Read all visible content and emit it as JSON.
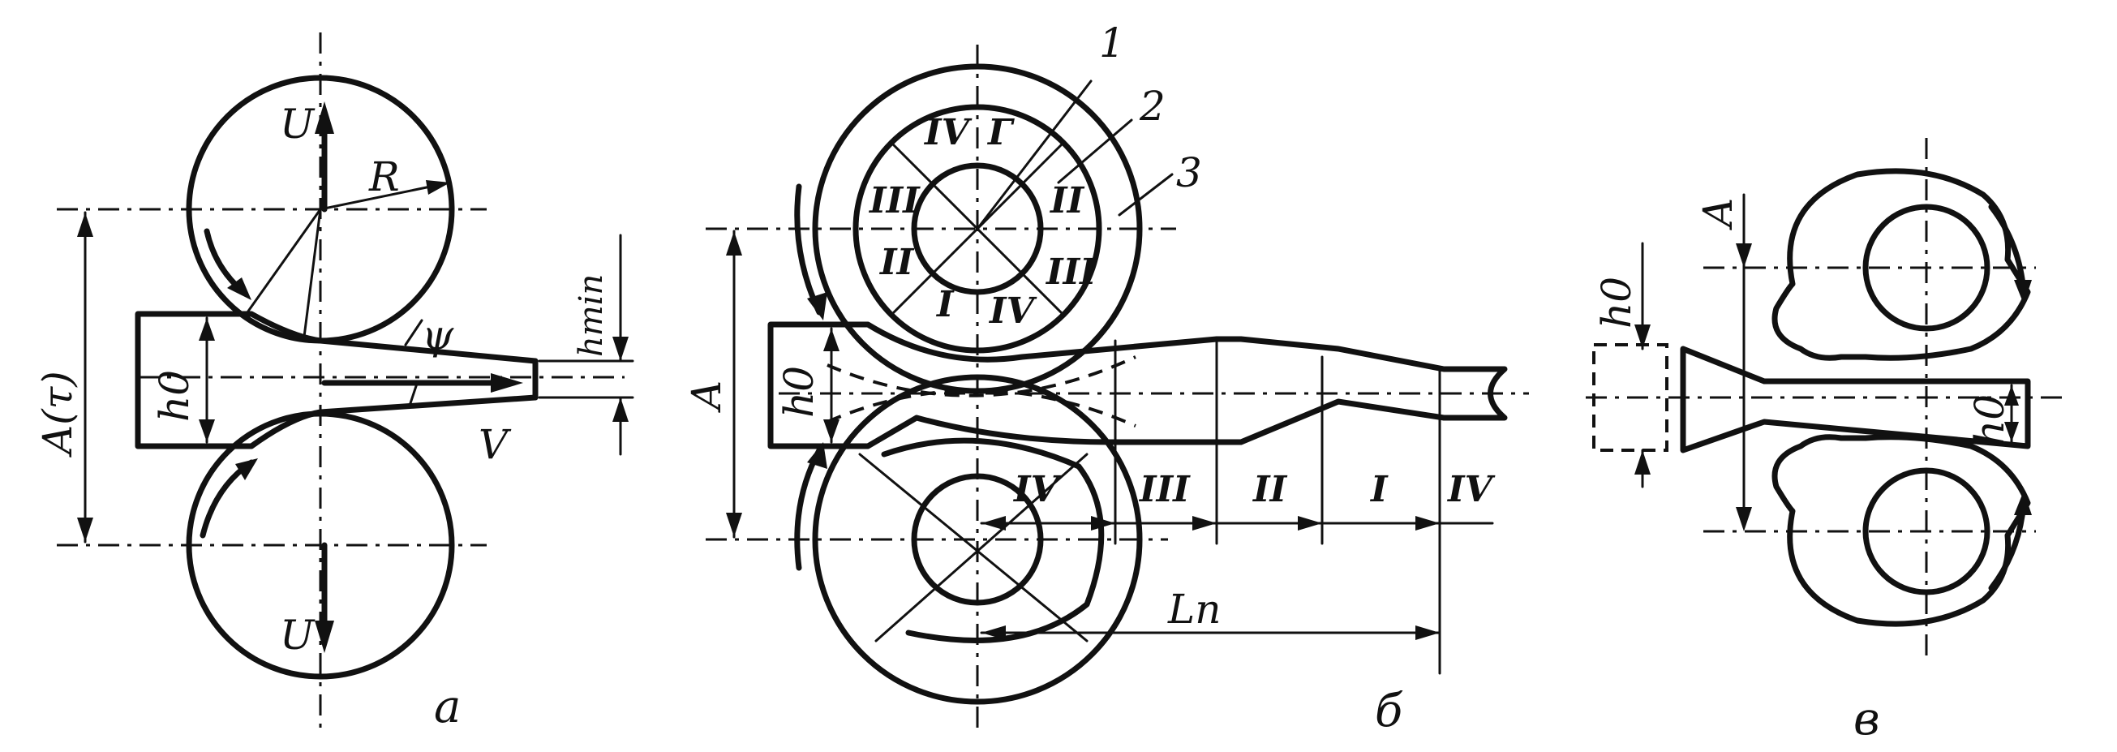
{
  "panel_a": {
    "label": "а",
    "U_top": "U",
    "U_bottom": "U",
    "R": "R",
    "A_tau": "A(τ)",
    "h0": "h0",
    "psi": "ψ",
    "hmin": "hmin",
    "V": "V"
  },
  "panel_b": {
    "label": "б",
    "num1": "1",
    "num2": "2",
    "num3": "3",
    "A": "A",
    "h0": "h0",
    "Ln": "Ln",
    "top_roll_sectors": [
      "IV",
      "Г",
      "II",
      "III",
      "II",
      "III",
      "I",
      "IV"
    ],
    "strip_zones": [
      "IV",
      "III",
      "II",
      "I",
      "IV"
    ]
  },
  "panel_c": {
    "label": "в",
    "A": "A",
    "h0_left": "h0",
    "h0_right": "h0"
  }
}
